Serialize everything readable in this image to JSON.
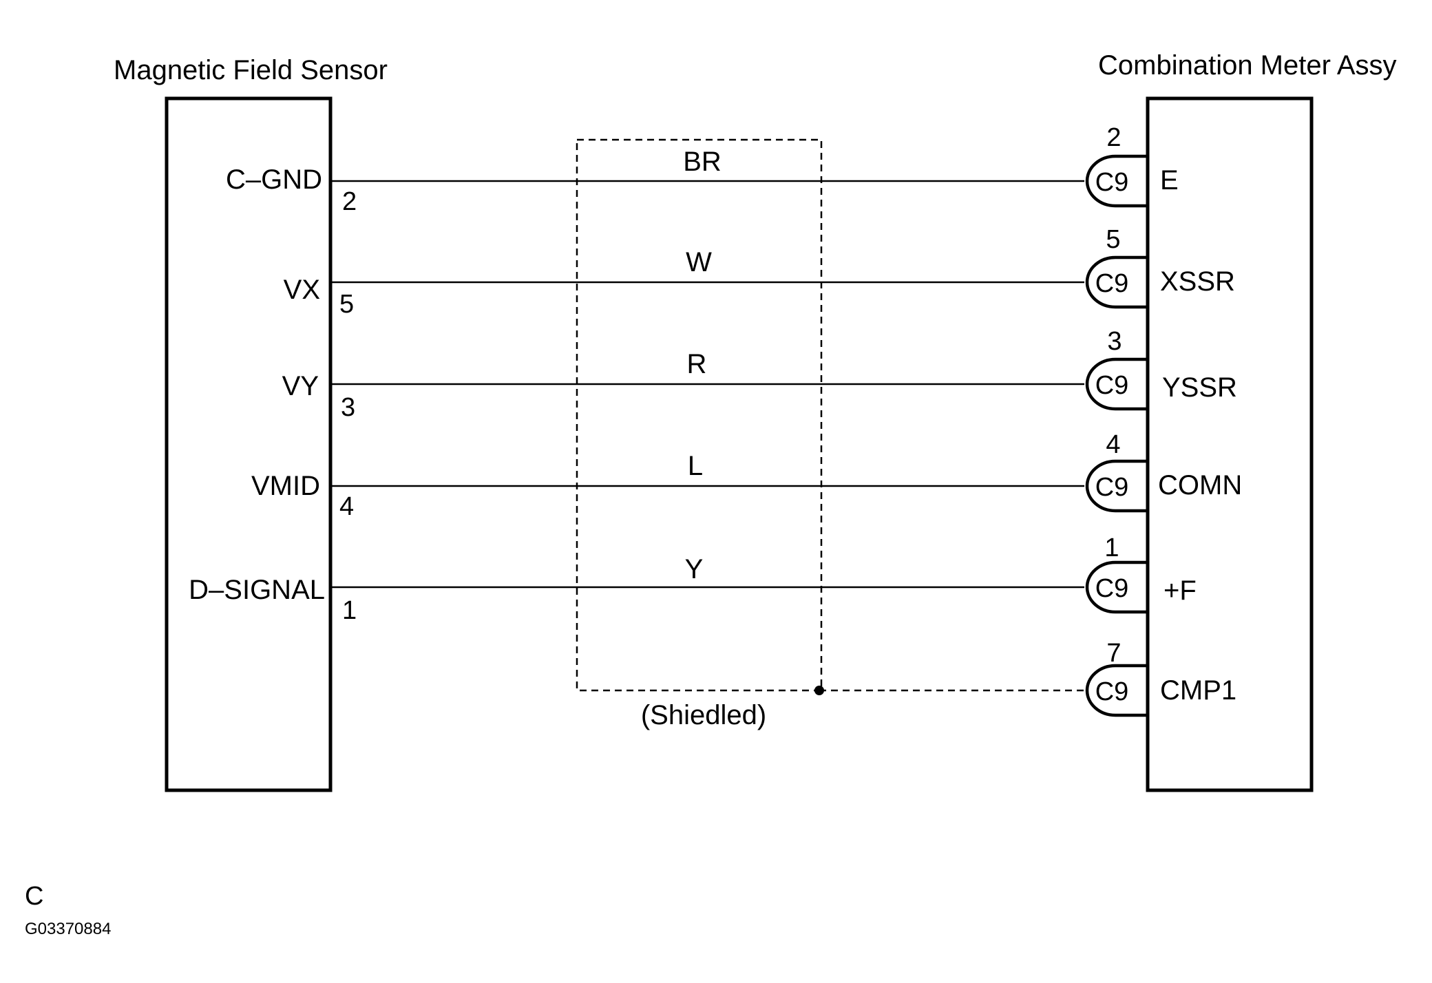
{
  "left_component": {
    "title": "Magnetic Field Sensor",
    "terminals": [
      {
        "name": "C–GND",
        "pin": "2"
      },
      {
        "name": "VX",
        "pin": "5"
      },
      {
        "name": "VY",
        "pin": "3"
      },
      {
        "name": "VMID",
        "pin": "4"
      },
      {
        "name": "D–SIGNAL",
        "pin": "1"
      }
    ]
  },
  "right_component": {
    "title": "Combination Meter Assy",
    "terminals": [
      {
        "name": "E",
        "pin": "2",
        "connector": "C9"
      },
      {
        "name": "XSSR",
        "pin": "5",
        "connector": "C9"
      },
      {
        "name": "YSSR",
        "pin": "3",
        "connector": "C9"
      },
      {
        "name": "COMN",
        "pin": "4",
        "connector": "C9"
      },
      {
        "name": "+F",
        "pin": "1",
        "connector": "C9"
      },
      {
        "name": "CMP1",
        "pin": "7",
        "connector": "C9"
      }
    ]
  },
  "wires": [
    {
      "color": "BR"
    },
    {
      "color": "W"
    },
    {
      "color": "R"
    },
    {
      "color": "L"
    },
    {
      "color": "Y"
    }
  ],
  "shield": {
    "label": "(Shiedled)"
  },
  "footer": {
    "section": "C",
    "figure_id": "G03370884"
  }
}
